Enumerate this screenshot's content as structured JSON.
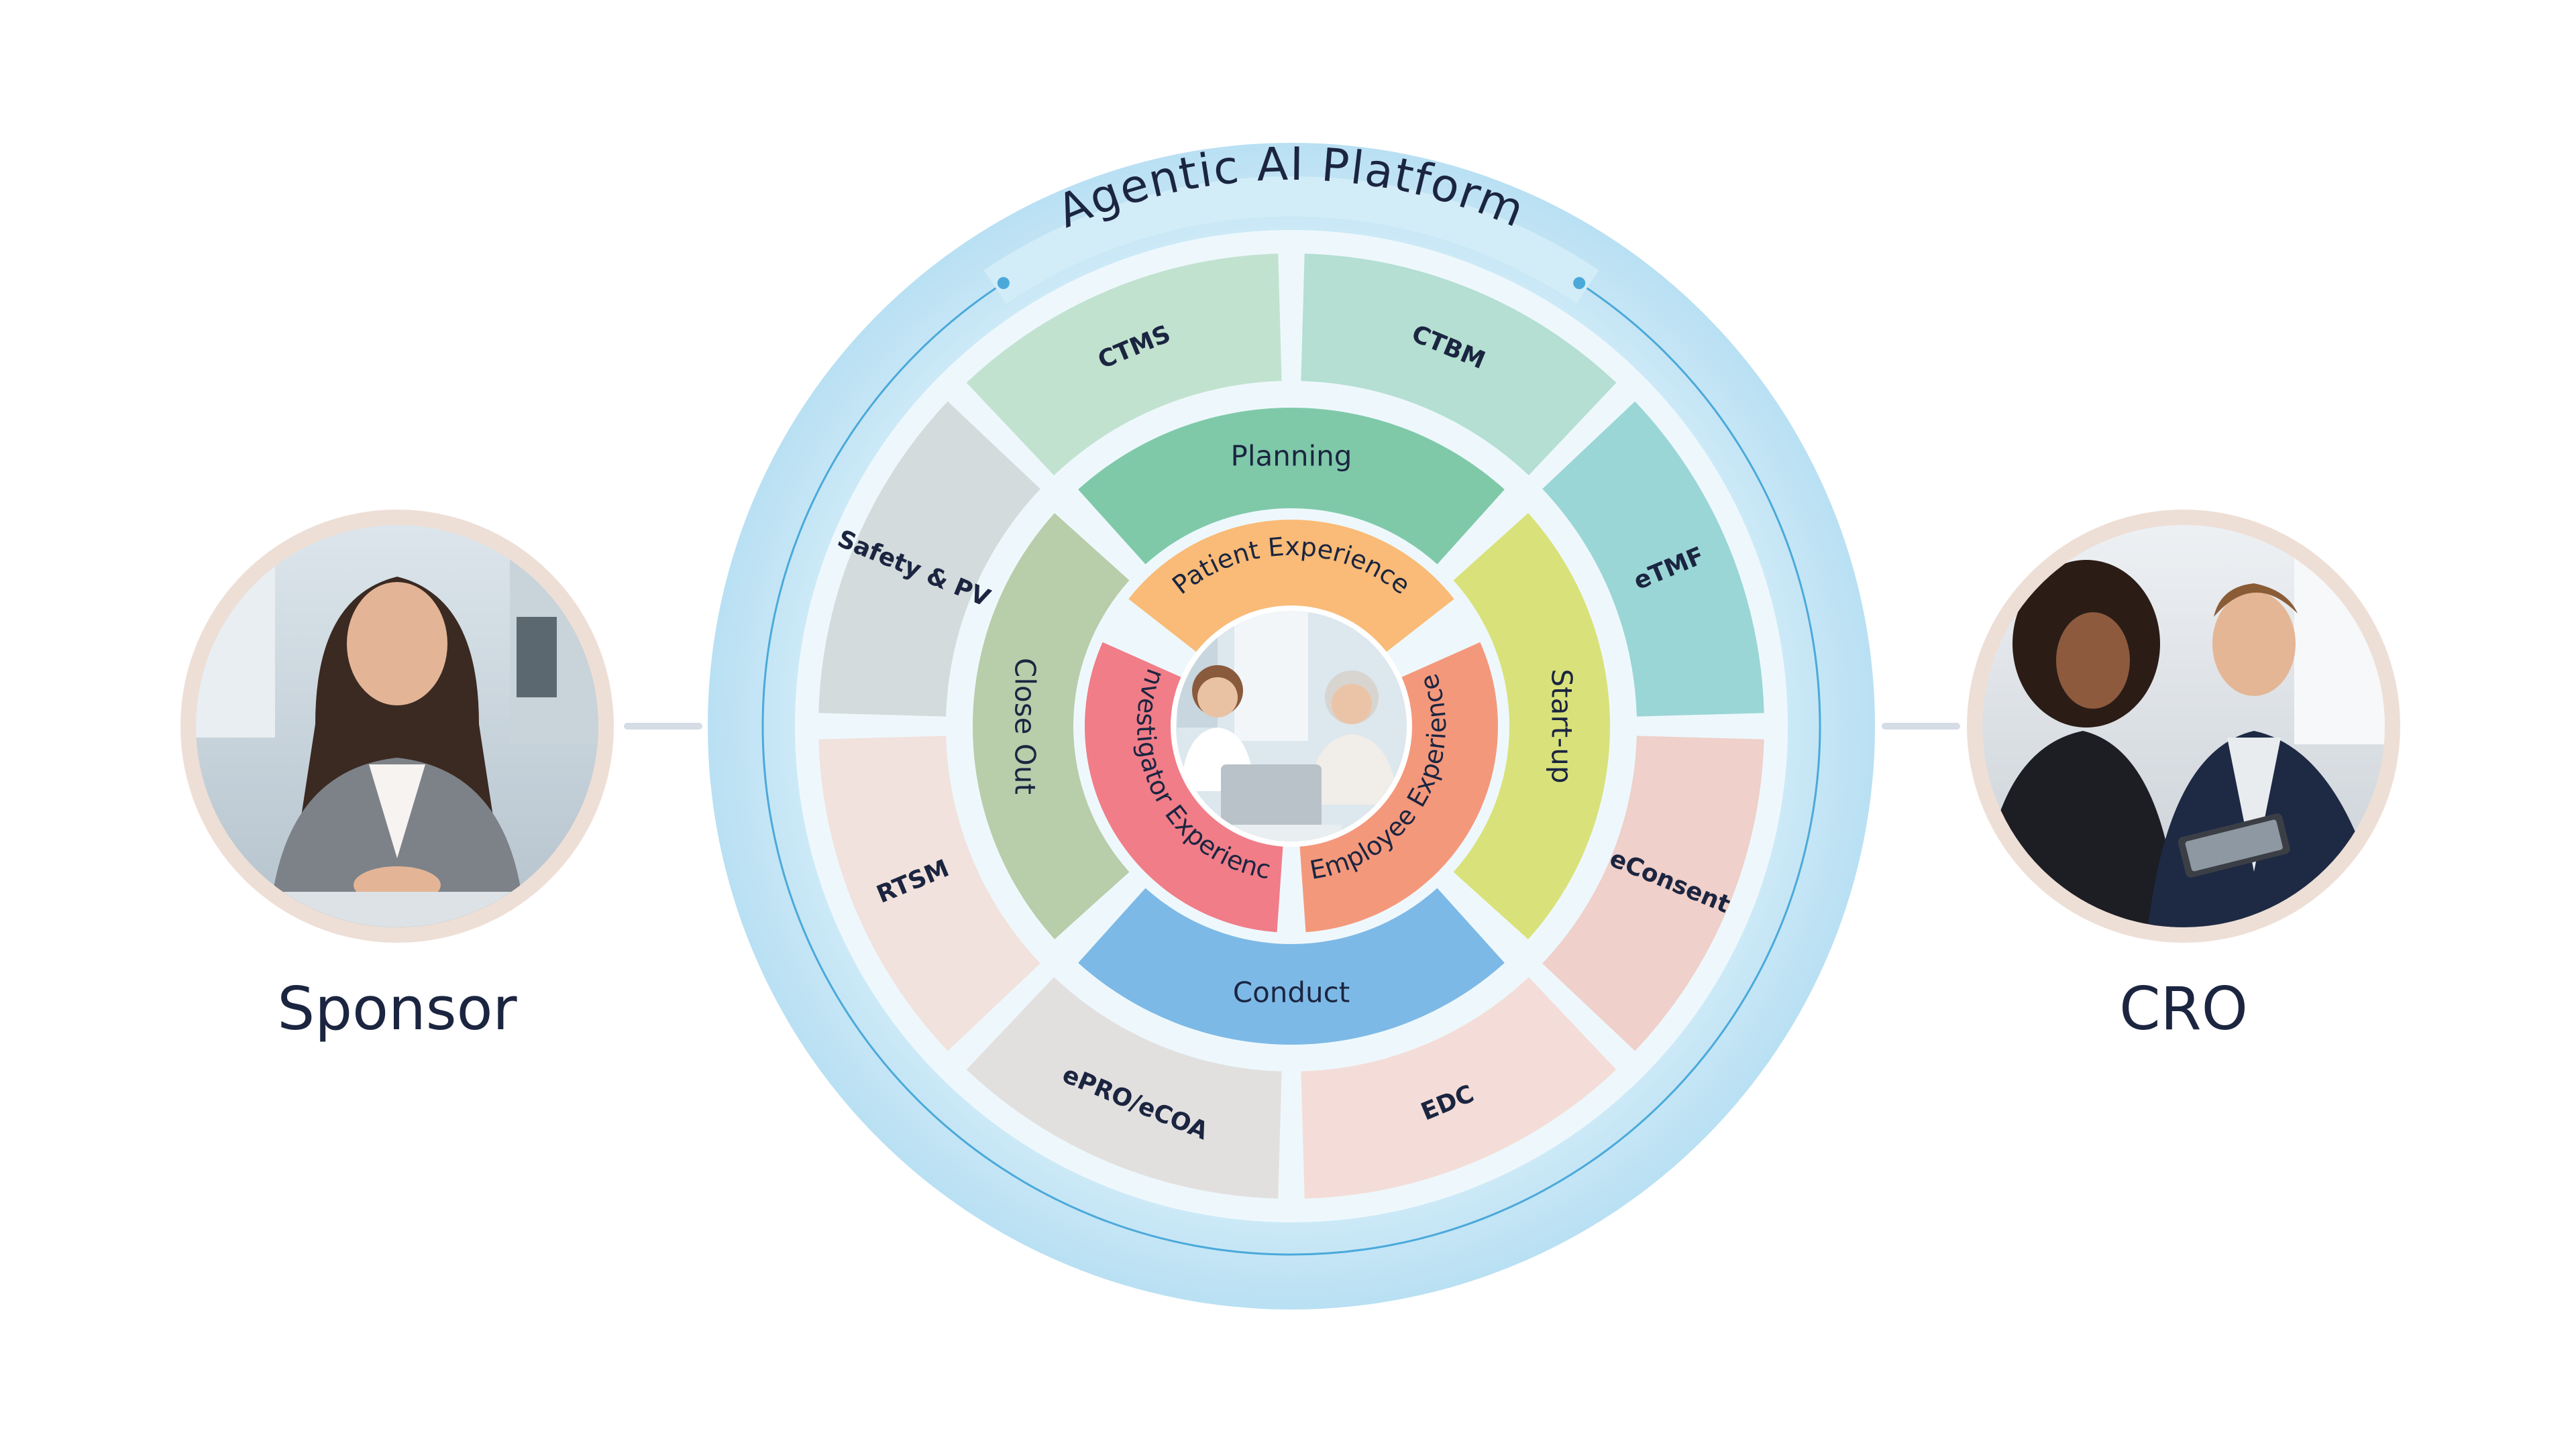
{
  "platform": {
    "title": "Agentic AI Platform"
  },
  "outer_modules": [
    {
      "id": "ctms",
      "label": "CTMS",
      "color": "#C2E2D0"
    },
    {
      "id": "ctbm",
      "label": "CTBM",
      "color": "#B4DFD2"
    },
    {
      "id": "etmf",
      "label": "eTMF",
      "color": "#9BD6D6"
    },
    {
      "id": "econsent",
      "label": "eConsent",
      "color": "#EFD0CA"
    },
    {
      "id": "edc",
      "label": "EDC",
      "color": "#F4DDD8"
    },
    {
      "id": "epro-ecoa",
      "label": "ePRO/eCOA",
      "color": "#E2E0DF"
    },
    {
      "id": "rtsm",
      "label": "RTSM",
      "color": "#F1E2DD"
    },
    {
      "id": "safety-pv",
      "label": "Safety & PV",
      "color": "#D3DBDC"
    }
  ],
  "phases": [
    {
      "id": "planning",
      "label": "Planning",
      "color": "#7FC9A9"
    },
    {
      "id": "start-up",
      "label": "Start-up",
      "color": "#D9E27A"
    },
    {
      "id": "conduct",
      "label": "Conduct",
      "color": "#7DB9E6"
    },
    {
      "id": "close-out",
      "label": "Close Out",
      "color": "#B8CDAA"
    }
  ],
  "experiences": [
    {
      "id": "patient-experience",
      "label": "Patient Experience",
      "color": "#F9BB77"
    },
    {
      "id": "employee-experience",
      "label": "Employee Experience",
      "color": "#F4987C"
    },
    {
      "id": "investigator-experience",
      "label": "Investigator Experience",
      "color": "#F07D88"
    }
  ],
  "left_party": {
    "label": "Sponsor"
  },
  "right_party": {
    "label": "CRO"
  },
  "colors": {
    "text_dark": "#1B2540",
    "ring_light": "#D9EEF8",
    "ring_mid": "#BFE3F4",
    "ring_line": "#4BA9DA",
    "connector": "#D5DCE6"
  }
}
